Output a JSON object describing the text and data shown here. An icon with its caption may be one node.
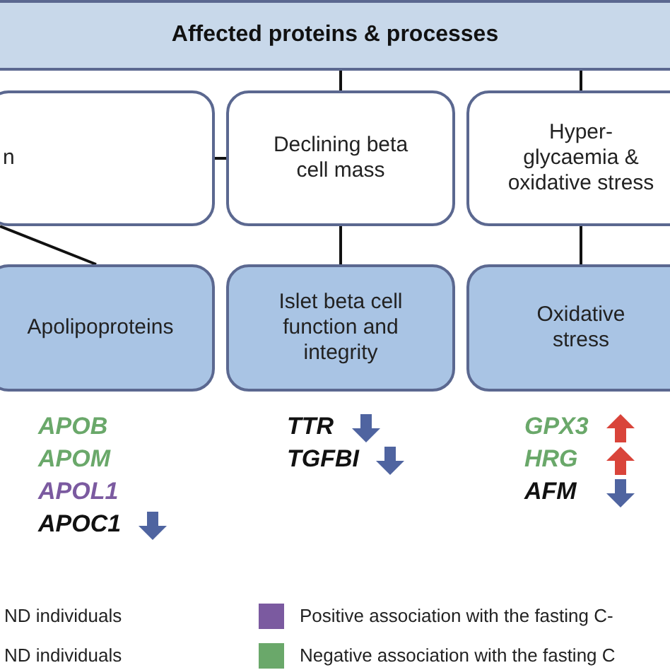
{
  "diagram": {
    "nodes": [
      {
        "text": [
          "Affected proteins & processes"
        ]
      },
      {
        "text": [
          "n"
        ]
      },
      {
        "text": [
          "Declining beta cell mass"
        ]
      },
      {
        "text": [
          "Hyper- glycaemia & oxidative stress"
        ]
      },
      {
        "text": [
          "Apolipoproteins"
        ]
      },
      {
        "text": [
          "Islet beta cell function and integrity"
        ]
      },
      {
        "text": [
          "Oxidative stress"
        ]
      }
    ],
    "edges": [
      {
        "from": 0,
        "to": 2,
        "arrow": "none"
      },
      {
        "from": 0,
        "to": 3,
        "arrow": "none"
      },
      {
        "from": 1,
        "to": 2,
        "arrow": "none"
      },
      {
        "from": 2,
        "to": 5,
        "arrow": "none"
      },
      {
        "from": 3,
        "to": 6,
        "arrow": "none"
      },
      {
        "from": 1,
        "to": 4,
        "arrow": "none"
      }
    ],
    "labels": [
      "APOB",
      "APOM",
      "APOL1",
      "APOC1",
      "TTR",
      "TGFBI",
      "GPX3",
      "HRG",
      "AFM"
    ],
    "legend": [
      {
        "text": "ND individuals"
      },
      {
        "text": "ND individuals"
      },
      {
        "text": "Positive association with the fasting C-",
        "color": "#7b5aa0"
      },
      {
        "text": "Negative association with the fasting C",
        "color": "#6aa86a"
      }
    ]
  }
}
